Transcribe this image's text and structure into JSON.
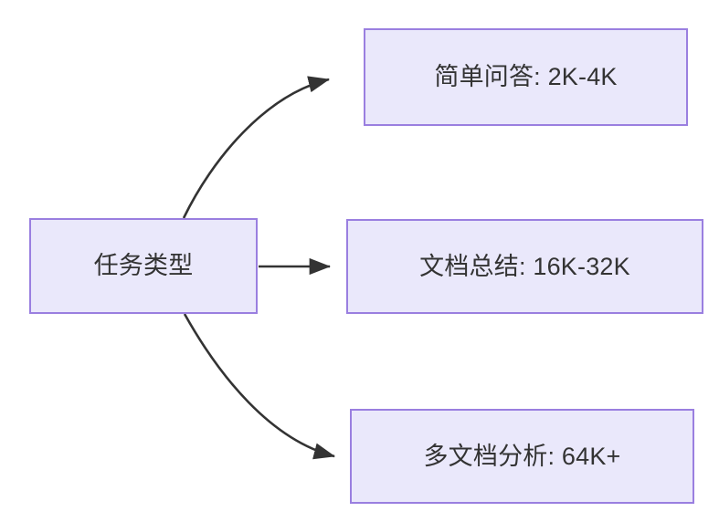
{
  "diagram": {
    "type": "flowchart",
    "direction": "left-to-right",
    "background_color": "#ffffff",
    "node_fill_color": "#eae8fb",
    "node_border_color": "#9a7fe0",
    "node_text_color": "#333333",
    "edge_color": "#333333",
    "nodes": [
      {
        "id": "root",
        "label": "任务类型"
      },
      {
        "id": "simple_qa",
        "label": "简单问答: 2K-4K"
      },
      {
        "id": "doc_sum",
        "label": "文档总结: 16K-32K"
      },
      {
        "id": "multi_doc",
        "label": "多文档分析: 64K+"
      }
    ],
    "edges": [
      {
        "from": "root",
        "to": "simple_qa",
        "label": "",
        "style": "curved-arrow"
      },
      {
        "from": "root",
        "to": "doc_sum",
        "label": "",
        "style": "straight-arrow"
      },
      {
        "from": "root",
        "to": "multi_doc",
        "label": "",
        "style": "curved-arrow"
      }
    ]
  }
}
